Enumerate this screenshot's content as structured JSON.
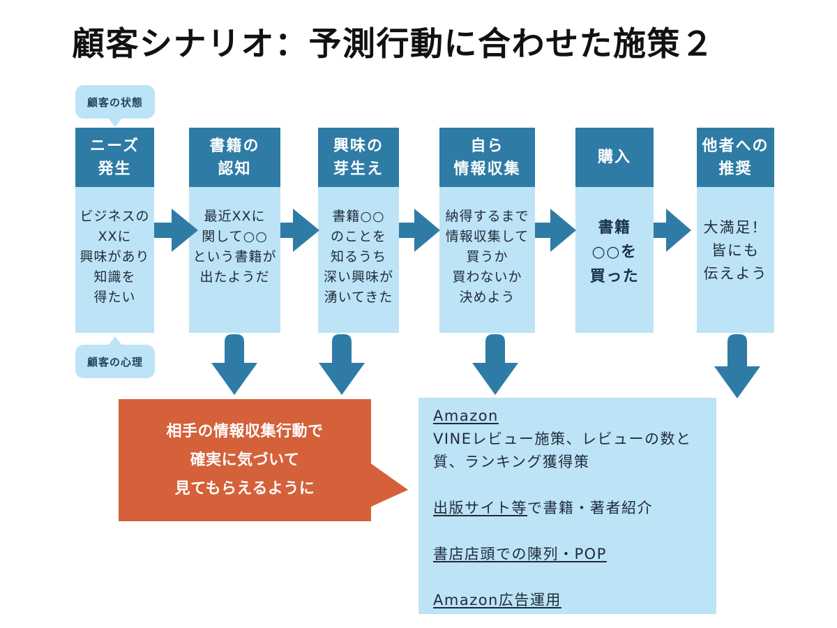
{
  "title": "顧客シナリオ：予測行動に合わせた施策２",
  "labels": {
    "customer_state": "顧客の状態",
    "customer_psychology": "顧客の心理"
  },
  "stages": [
    {
      "header": [
        "ニーズ",
        "発生"
      ],
      "body": [
        "ビジネスの",
        "XXに",
        "興味があり",
        "知識を",
        "得たい"
      ]
    },
    {
      "header": [
        "書籍の",
        "認知"
      ],
      "body": [
        "最近XXに",
        "関して○○",
        "という書籍が",
        "出たようだ"
      ]
    },
    {
      "header": [
        "興味の",
        "芽生え"
      ],
      "body": [
        "書籍○○",
        "のことを",
        "知るうち",
        "深い興味が",
        "湧いてきた"
      ]
    },
    {
      "header": [
        "自ら",
        "情報収集"
      ],
      "body": [
        "納得するまで",
        "情報収集して",
        "買うか",
        "買わないか",
        "決めよう"
      ]
    },
    {
      "header": [
        "購入"
      ],
      "body": [
        "書籍",
        "○○を",
        "買った"
      ]
    },
    {
      "header": [
        "他者への",
        "推奨"
      ],
      "body": [
        "大満足！",
        "皆にも",
        "伝えよう"
      ]
    }
  ],
  "callout": {
    "lines": [
      "相手の情報収集行動で",
      "確実に気づいて",
      "見てもらえるように"
    ]
  },
  "measures": {
    "amazon": {
      "link": "Amazon",
      "lines": [
        "VINEレビュー施策、レビューの数と",
        "質、ランキング獲得策"
      ]
    },
    "publisher": {
      "link": "出版サイト等",
      "text": "で書籍・著者紹介"
    },
    "bookstore": {
      "link": "書店店頭での陳列・POP"
    },
    "ads": {
      "link": "Amazon広告運用"
    }
  },
  "colors": {
    "stage_header": "#2e7ca5",
    "stage_body": "#bde3f6",
    "arrow": "#2e7ca5",
    "bubble": "#bde3f6",
    "callout": "#d4613a",
    "measures_box": "#bde3f6",
    "text": "#1e2b38"
  }
}
